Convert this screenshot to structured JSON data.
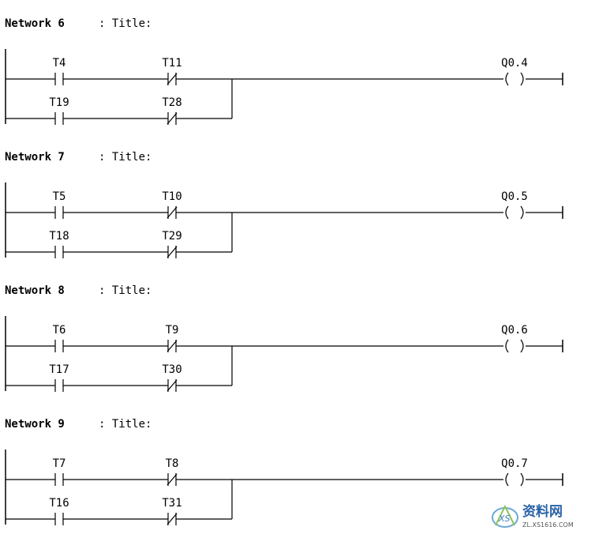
{
  "networks": [
    {
      "label": "Network 6",
      "title": ": Title:",
      "rows": [
        {
          "c1": "T4",
          "c1_type": "no",
          "c2": "T11",
          "c2_type": "nc"
        },
        {
          "c1": "T19",
          "c1_type": "no",
          "c2": "T28",
          "c2_type": "nc"
        }
      ],
      "coil": "Q0.4"
    },
    {
      "label": "Network 7",
      "title": ": Title:",
      "rows": [
        {
          "c1": "T5",
          "c1_type": "no",
          "c2": "T10",
          "c2_type": "nc"
        },
        {
          "c1": "T18",
          "c1_type": "no",
          "c2": "T29",
          "c2_type": "nc"
        }
      ],
      "coil": "Q0.5"
    },
    {
      "label": "Network 8",
      "title": ": Title:",
      "rows": [
        {
          "c1": "T6",
          "c1_type": "no",
          "c2": "T9",
          "c2_type": "nc"
        },
        {
          "c1": "T17",
          "c1_type": "no",
          "c2": "T30",
          "c2_type": "nc"
        }
      ],
      "coil": "Q0.6"
    },
    {
      "label": "Network 9",
      "title": ": Title:",
      "rows": [
        {
          "c1": "T7",
          "c1_type": "no",
          "c2": "T8",
          "c2_type": "nc"
        },
        {
          "c1": "T16",
          "c1_type": "no",
          "c2": "T31",
          "c2_type": "nc"
        }
      ],
      "coil": "Q0.7"
    }
  ],
  "coil_symbol": "( )",
  "watermark": {
    "brand": "资料网",
    "url": "ZL.XS1616.COM"
  }
}
